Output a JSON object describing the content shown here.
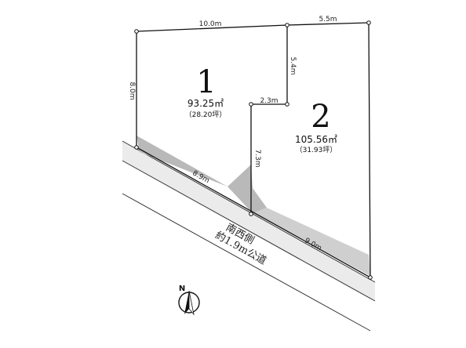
{
  "lots": [
    {
      "number": "1",
      "area": "93.25㎡",
      "tsubo": "（28.20坪）"
    },
    {
      "number": "2",
      "area": "105.56㎡",
      "tsubo": "（31.93坪）"
    }
  ],
  "dimensions": {
    "top_left": "10.0m",
    "top_right": "5.5m",
    "left": "8.0m",
    "notch_vertical": "5.4m",
    "notch_horizontal": "2.3m",
    "divider": "7.3m",
    "front_left": "8.9m",
    "front_right": "9.0m"
  },
  "road": {
    "line1": "南西側",
    "line2": "約1.9m公道"
  },
  "compass": {
    "label": "N"
  }
}
